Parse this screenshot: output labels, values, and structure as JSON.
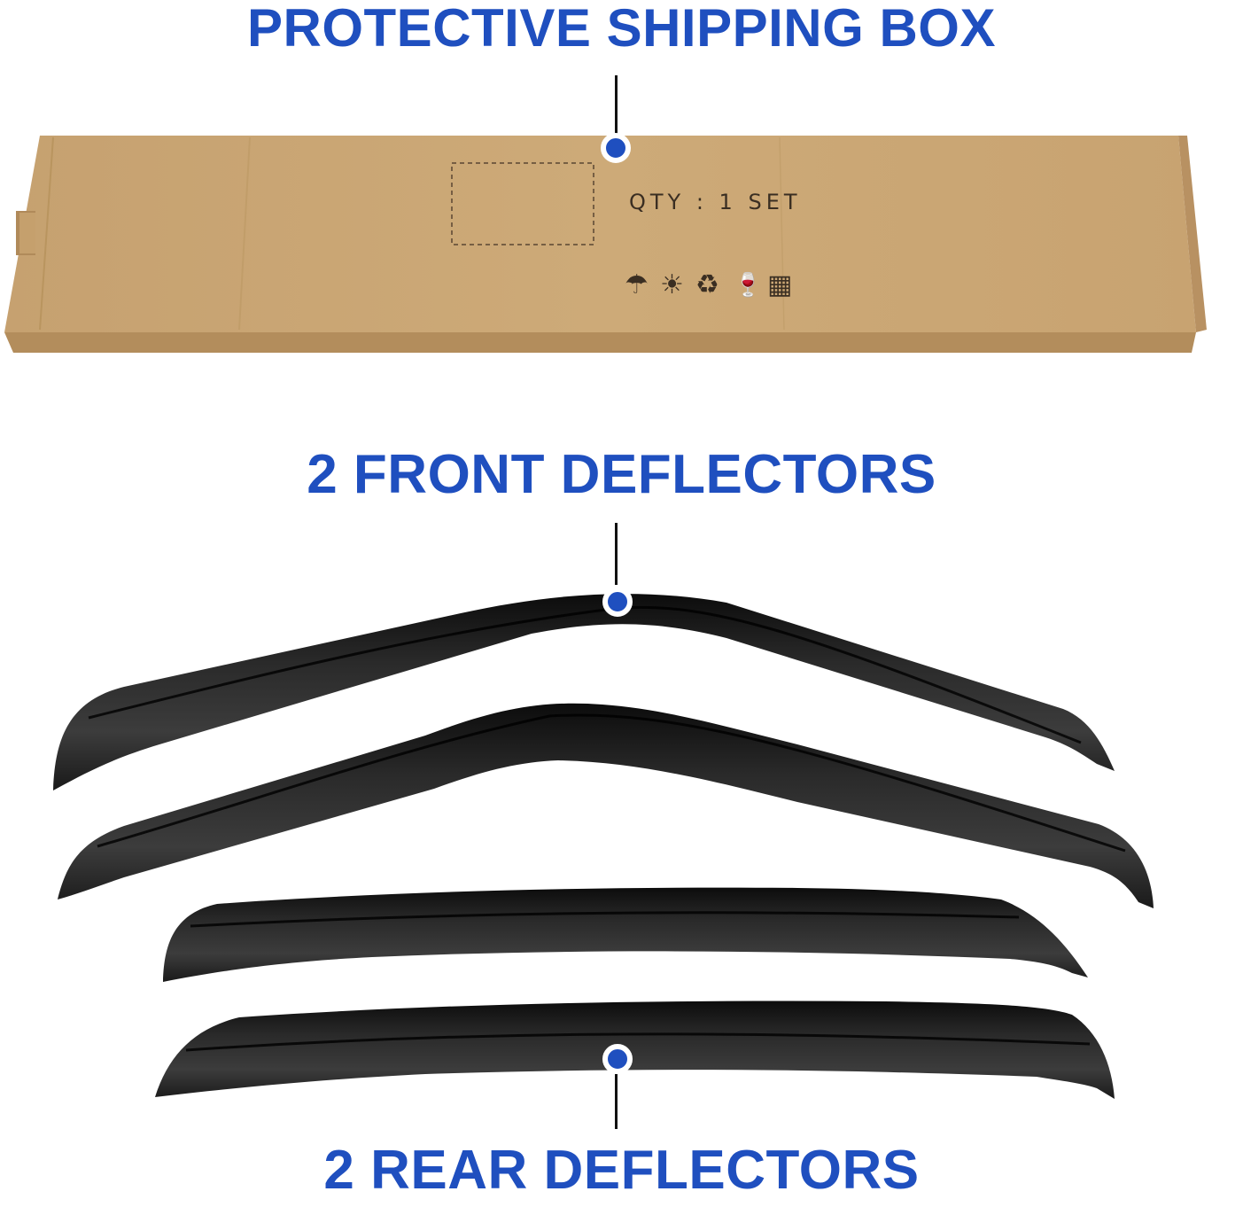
{
  "headings": {
    "box": "PROTECTIVE SHIPPING BOX",
    "front": "2 FRONT DEFLECTORS",
    "rear": "2 REAR DEFLECTORS"
  },
  "box": {
    "label": "QTY : 1 SET",
    "symbols": [
      {
        "name": "keep-dry-icon",
        "glyph": "☂"
      },
      {
        "name": "keep-from-sun-icon",
        "glyph": "☀"
      },
      {
        "name": "recyclable-icon",
        "glyph": "♻"
      },
      {
        "name": "fragile-icon",
        "glyph": "🍷"
      },
      {
        "name": "stacking-icon",
        "glyph": "▦"
      }
    ]
  },
  "colors": {
    "accent": "#1f4fbf",
    "cardboard": "#c9a675",
    "deflector": "#141414"
  },
  "items": [
    {
      "name": "front-deflector-1"
    },
    {
      "name": "front-deflector-2"
    },
    {
      "name": "rear-deflector-1"
    },
    {
      "name": "rear-deflector-2"
    }
  ]
}
